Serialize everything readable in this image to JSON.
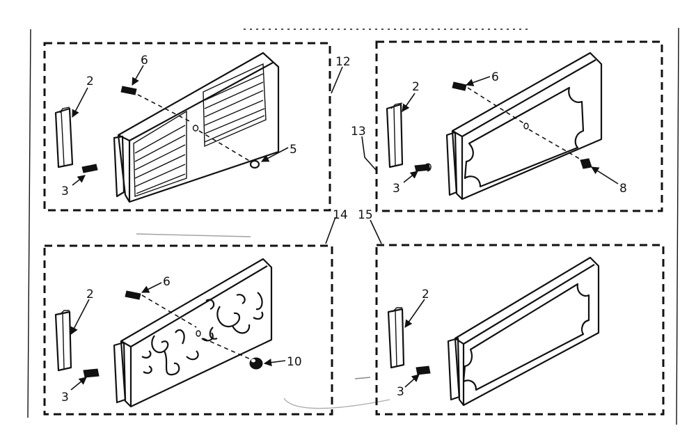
{
  "diagram": {
    "callouts": {
      "p1": {
        "n2": "2",
        "n3": "3",
        "n5": "5",
        "n6": "6",
        "n12": "12"
      },
      "p2": {
        "n2": "2",
        "n3": "3",
        "n6": "6",
        "n8": "8",
        "n13": "13"
      },
      "p3": {
        "n2": "2",
        "n3": "3",
        "n6": "6",
        "n10": "10",
        "n14": "14"
      },
      "p4": {
        "n2": "2",
        "n3": "3",
        "n15": "15"
      }
    }
  }
}
